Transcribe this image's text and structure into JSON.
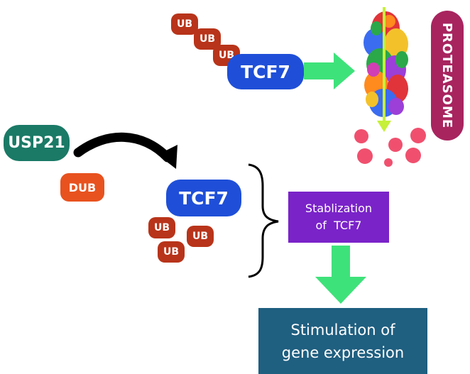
{
  "nodes": {
    "ub_top": [
      "UB",
      "UB",
      "UB"
    ],
    "tcf7_top": "TCF7",
    "proteasome": "PROTEASOME",
    "usp21": "USP21",
    "dub": "DUB",
    "tcf7_bottom": "TCF7",
    "ub_bottom": [
      "UB",
      "UB",
      "UB"
    ],
    "stabilization": [
      "Stablization",
      "of  TCF7"
    ],
    "stimulation": [
      "Stimulation of",
      "gene expression"
    ]
  },
  "colors": {
    "ub": "#b8341a",
    "tcf7": "#1f4fd8",
    "usp21": "#1a7a66",
    "dub": "#e8521e",
    "proteasome": "#a8245f",
    "stabilization": "#7a23c9",
    "stimulation": "#1f5f80",
    "arrow_green": "#3ee27a",
    "black_arrow": "#000000",
    "fragments": "#f0506e"
  }
}
